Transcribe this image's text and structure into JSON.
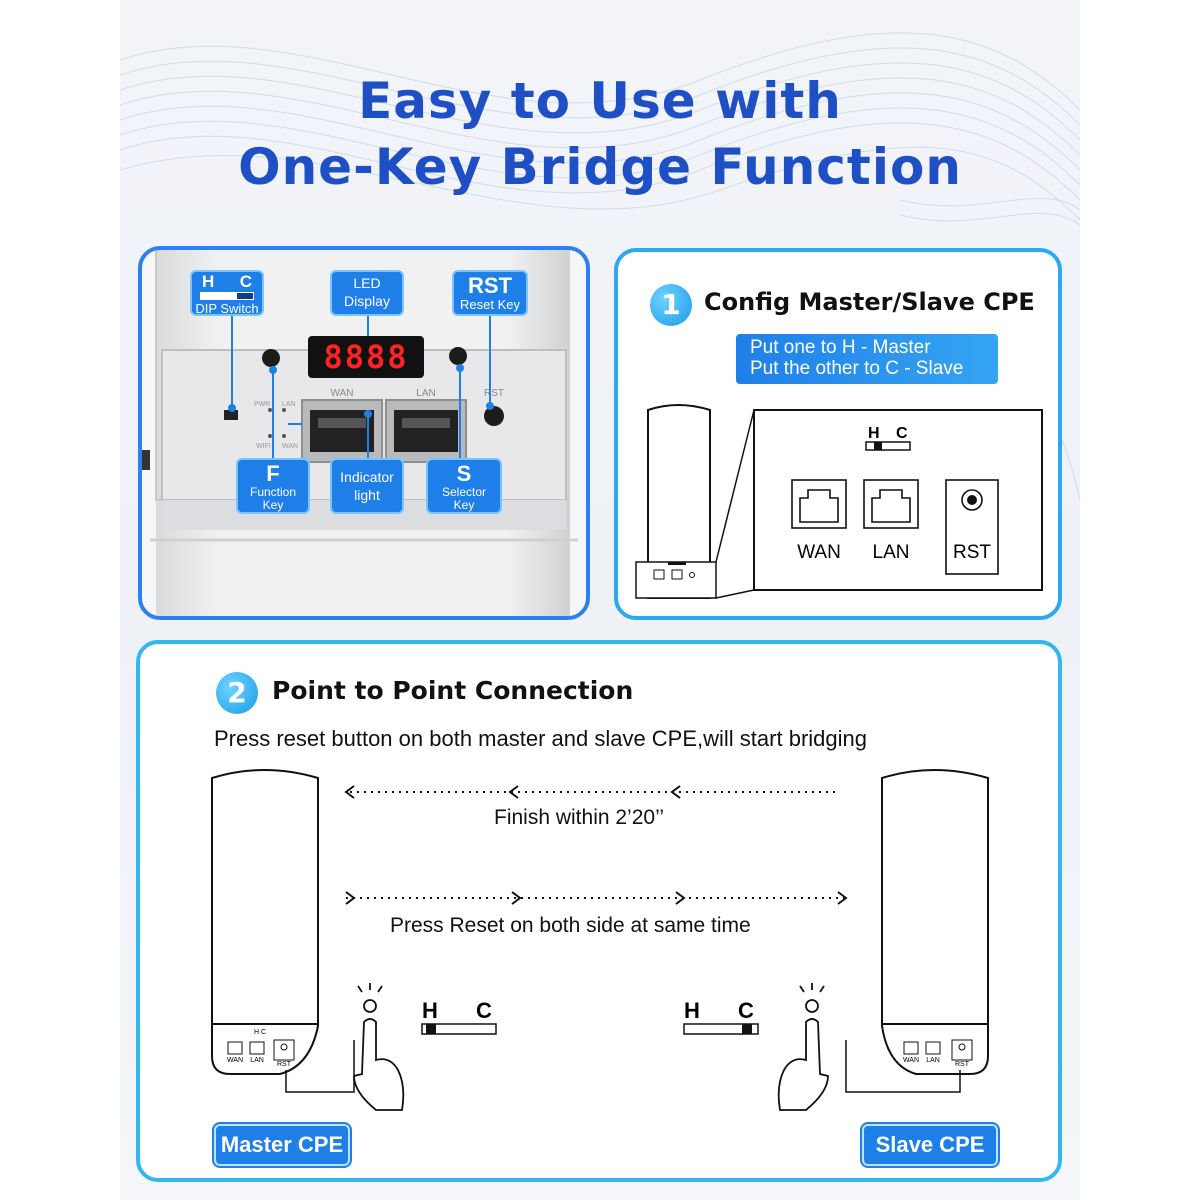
{
  "title": {
    "line1": "Easy to Use with",
    "line2": "One-Key Bridge Function"
  },
  "device_panel": {
    "dip_switch": {
      "h": "H",
      "c": "C",
      "label": "DIP Switch"
    },
    "led_display": {
      "line1": "LED",
      "line2": "Display",
      "digits": "8888"
    },
    "reset_key": {
      "big": "RST",
      "label": "Reset Key"
    },
    "function_key": {
      "big": "F",
      "line1": "Function",
      "line2": "Key"
    },
    "indicator": {
      "line1": "Indicator",
      "line2": "light"
    },
    "selector_key": {
      "big": "S",
      "line1": "Selector",
      "line2": "Key"
    },
    "port_labels": {
      "wan": "WAN",
      "lan": "LAN",
      "rst": "RST",
      "pwr": "PWR",
      "lan_small": "LAN",
      "wifi": "WIFI",
      "wan_small": "WAN"
    }
  },
  "step1": {
    "number": "1",
    "heading": "Config Master/Slave CPE",
    "instruction_line1": "Put one to H - Master",
    "instruction_line2": "Put the other to C - Slave",
    "switch_h": "H",
    "switch_c": "C",
    "ports": {
      "wan": "WAN",
      "lan": "LAN",
      "rst": "RST"
    }
  },
  "step2": {
    "number": "2",
    "heading": "Point to Point Connection",
    "description": "Press reset button on both master and slave CPE,will start bridging",
    "finish_text": "Finish within 2’20’’",
    "press_text": "Press Reset on both side at same time",
    "master_switch": {
      "h": "H",
      "c": "C"
    },
    "slave_switch": {
      "h": "H",
      "c": "C"
    },
    "master_label": "Master CPE",
    "slave_label": "Slave CPE",
    "mini_ports": {
      "wan": "WAN",
      "lan": "LAN",
      "rst": "RST",
      "hc": "H C"
    }
  },
  "colors": {
    "accent": "#1f4fc4",
    "callout": "#1f7fe8",
    "panel_border": "#2aa8f0"
  }
}
